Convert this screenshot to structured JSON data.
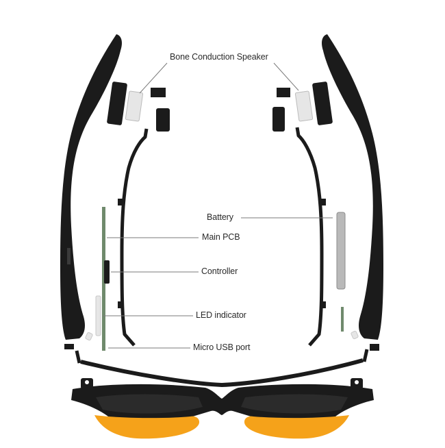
{
  "labels": {
    "speaker": "Bone Conduction Speaker",
    "battery": "Battery",
    "main_pcb": "Main PCB",
    "controller": "Controller",
    "led": "LED indicator",
    "usb": "Micro USB port"
  },
  "colors": {
    "frame": "#1b1b1b",
    "lens": "#f5a21a",
    "leader": "#7a7a7a",
    "pcb": "#6f8a6c",
    "battery": "#b9b9b9",
    "light_part": "#e6e6e6"
  }
}
